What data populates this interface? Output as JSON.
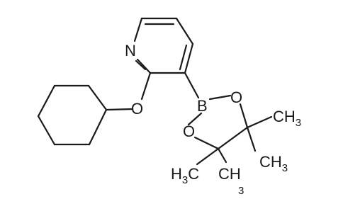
{
  "structure": {
    "atoms": {
      "n_label": "N",
      "o_ether_label": "O",
      "b_label": "B",
      "o_upper_label": "O",
      "o_lower_label": "O"
    },
    "methyls": {
      "ch3_upper_right": {
        "main": "CH",
        "sub": "3"
      },
      "ch3_lower_right": {
        "main": "CH",
        "sub": "3"
      },
      "h3c_bottom_left": {
        "main": "H",
        "sub": "3",
        "tail": "C"
      },
      "ch3_bottom": {
        "main": "CH",
        "sub": "3"
      }
    }
  }
}
